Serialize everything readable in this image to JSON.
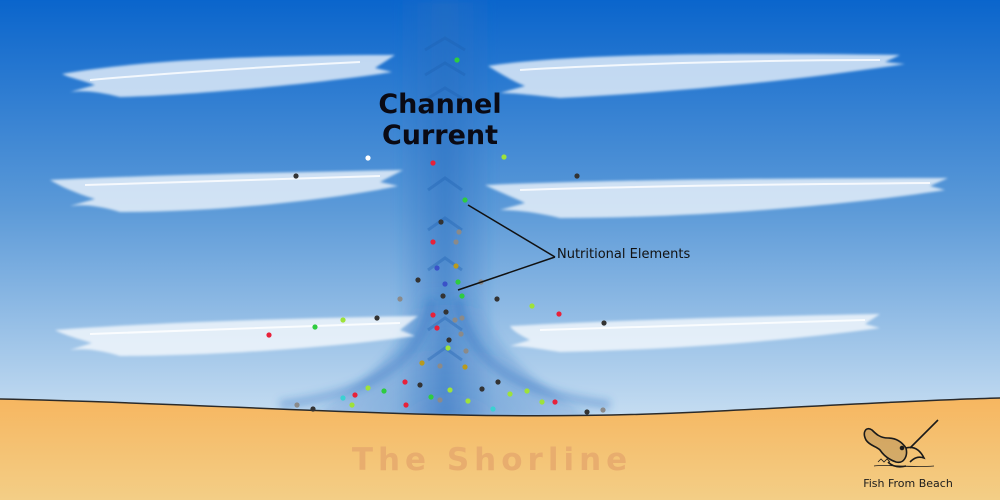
{
  "diagram": {
    "title_line_1": "Channel",
    "title_line_2": "Current",
    "nutrition_label": "Nutritional Elements",
    "shoreline_label": "The Shorline",
    "brand_label": "Fish From Beach",
    "colors": {
      "water_top": "#0a65cc",
      "water_bottom": "#c7def2",
      "sand": "#f6b660",
      "sand_bottom": "#f3ce86",
      "wave_white": "#ffffff",
      "channel_blue": "#2b6fc0",
      "leader_line": "#111111",
      "particle_colors": [
        "#2ecc40",
        "#e8213a",
        "#333333",
        "#9ee23a",
        "#8a8a8a",
        "#3bd1d1",
        "#3a52c8",
        "#ffffff",
        "#b89a1e"
      ]
    }
  }
}
